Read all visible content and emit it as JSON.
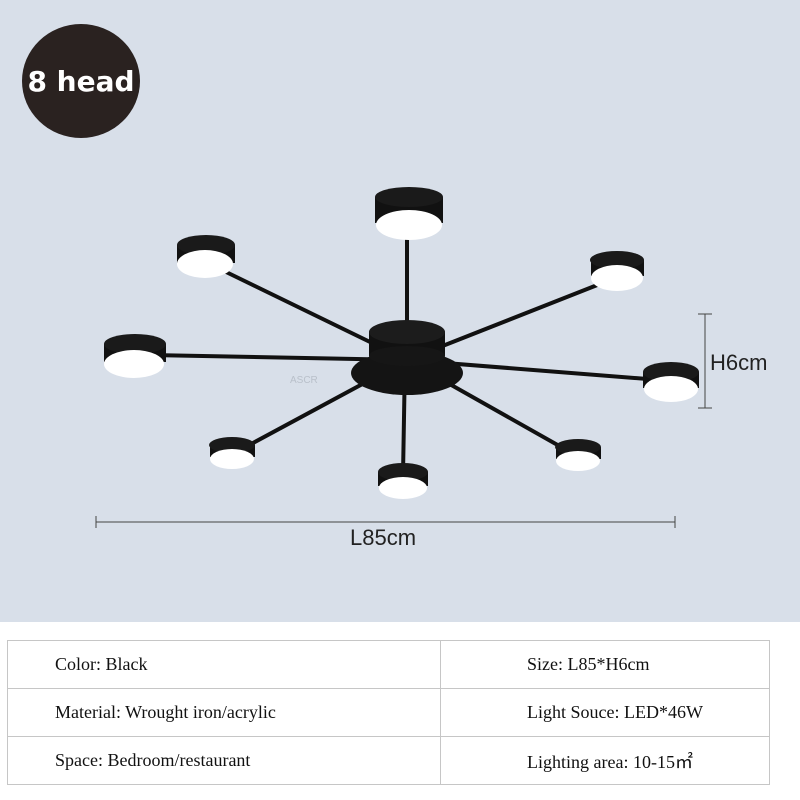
{
  "badge": {
    "text": "8 head",
    "color": "#2a2220"
  },
  "dimensions": {
    "height_label": "H6cm",
    "length_label": "L85cm"
  },
  "watermark": "ASCR",
  "colors": {
    "background": "#d8dfe9",
    "lamp": "#111111",
    "diffuser": "#ffffff"
  },
  "specs": {
    "rows": [
      {
        "left": "Color: Black",
        "right": "Size: L85*H6cm"
      },
      {
        "left": "Material: Wrought iron/acrylic",
        "right": "Light Souce:  LED*46W"
      },
      {
        "left": "Space: Bedroom/restaurant",
        "right": "Lighting area: 10-15㎡"
      }
    ]
  }
}
